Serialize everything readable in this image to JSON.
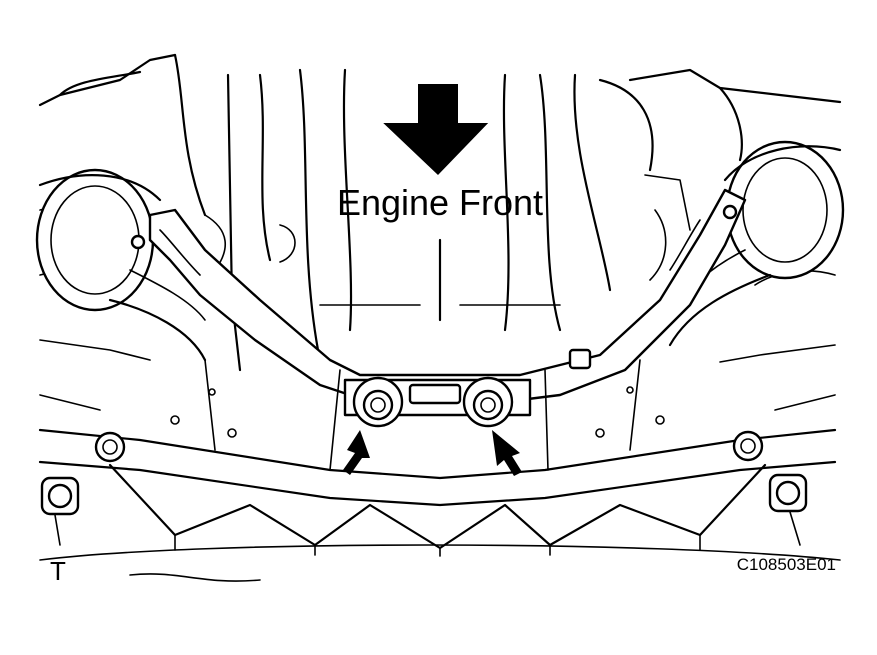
{
  "diagram": {
    "direction_label": "Engine Front",
    "figure_code": "C108503E01",
    "corner_label": "T",
    "icons": {
      "direction_arrow": "down-arrow-icon",
      "pointer_arrow": "pointer-arrow-icon"
    },
    "colors": {
      "ink": "#000000",
      "paper": "#ffffff"
    }
  }
}
